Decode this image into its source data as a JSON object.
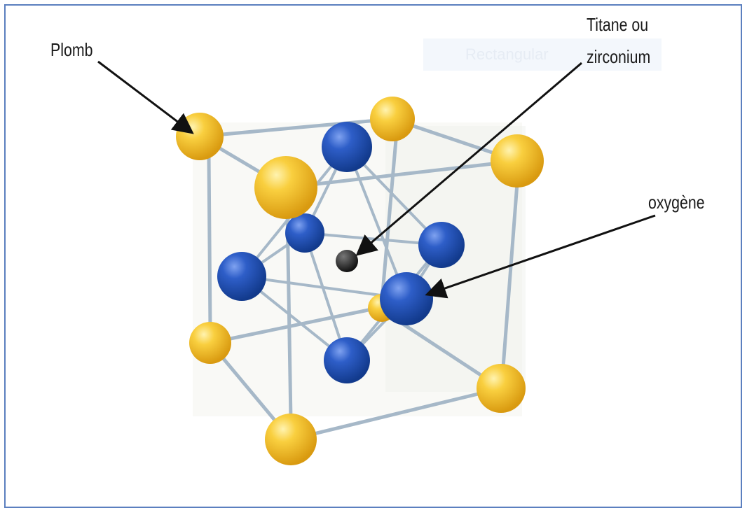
{
  "labels": {
    "lead": "Plomb",
    "titanium_line1": "Titane ou",
    "titanium_line2": "zirconium",
    "oxygen": "oxygène"
  },
  "faint_text": "Rectangular",
  "colors": {
    "frame": "#5b7fbf",
    "lead_atom": "#f6be2c",
    "oxygen_atom": "#2551b8",
    "titanium_atom": "#222222",
    "bond": "#a6b8c8"
  },
  "icons": [
    "arrow-icon"
  ]
}
